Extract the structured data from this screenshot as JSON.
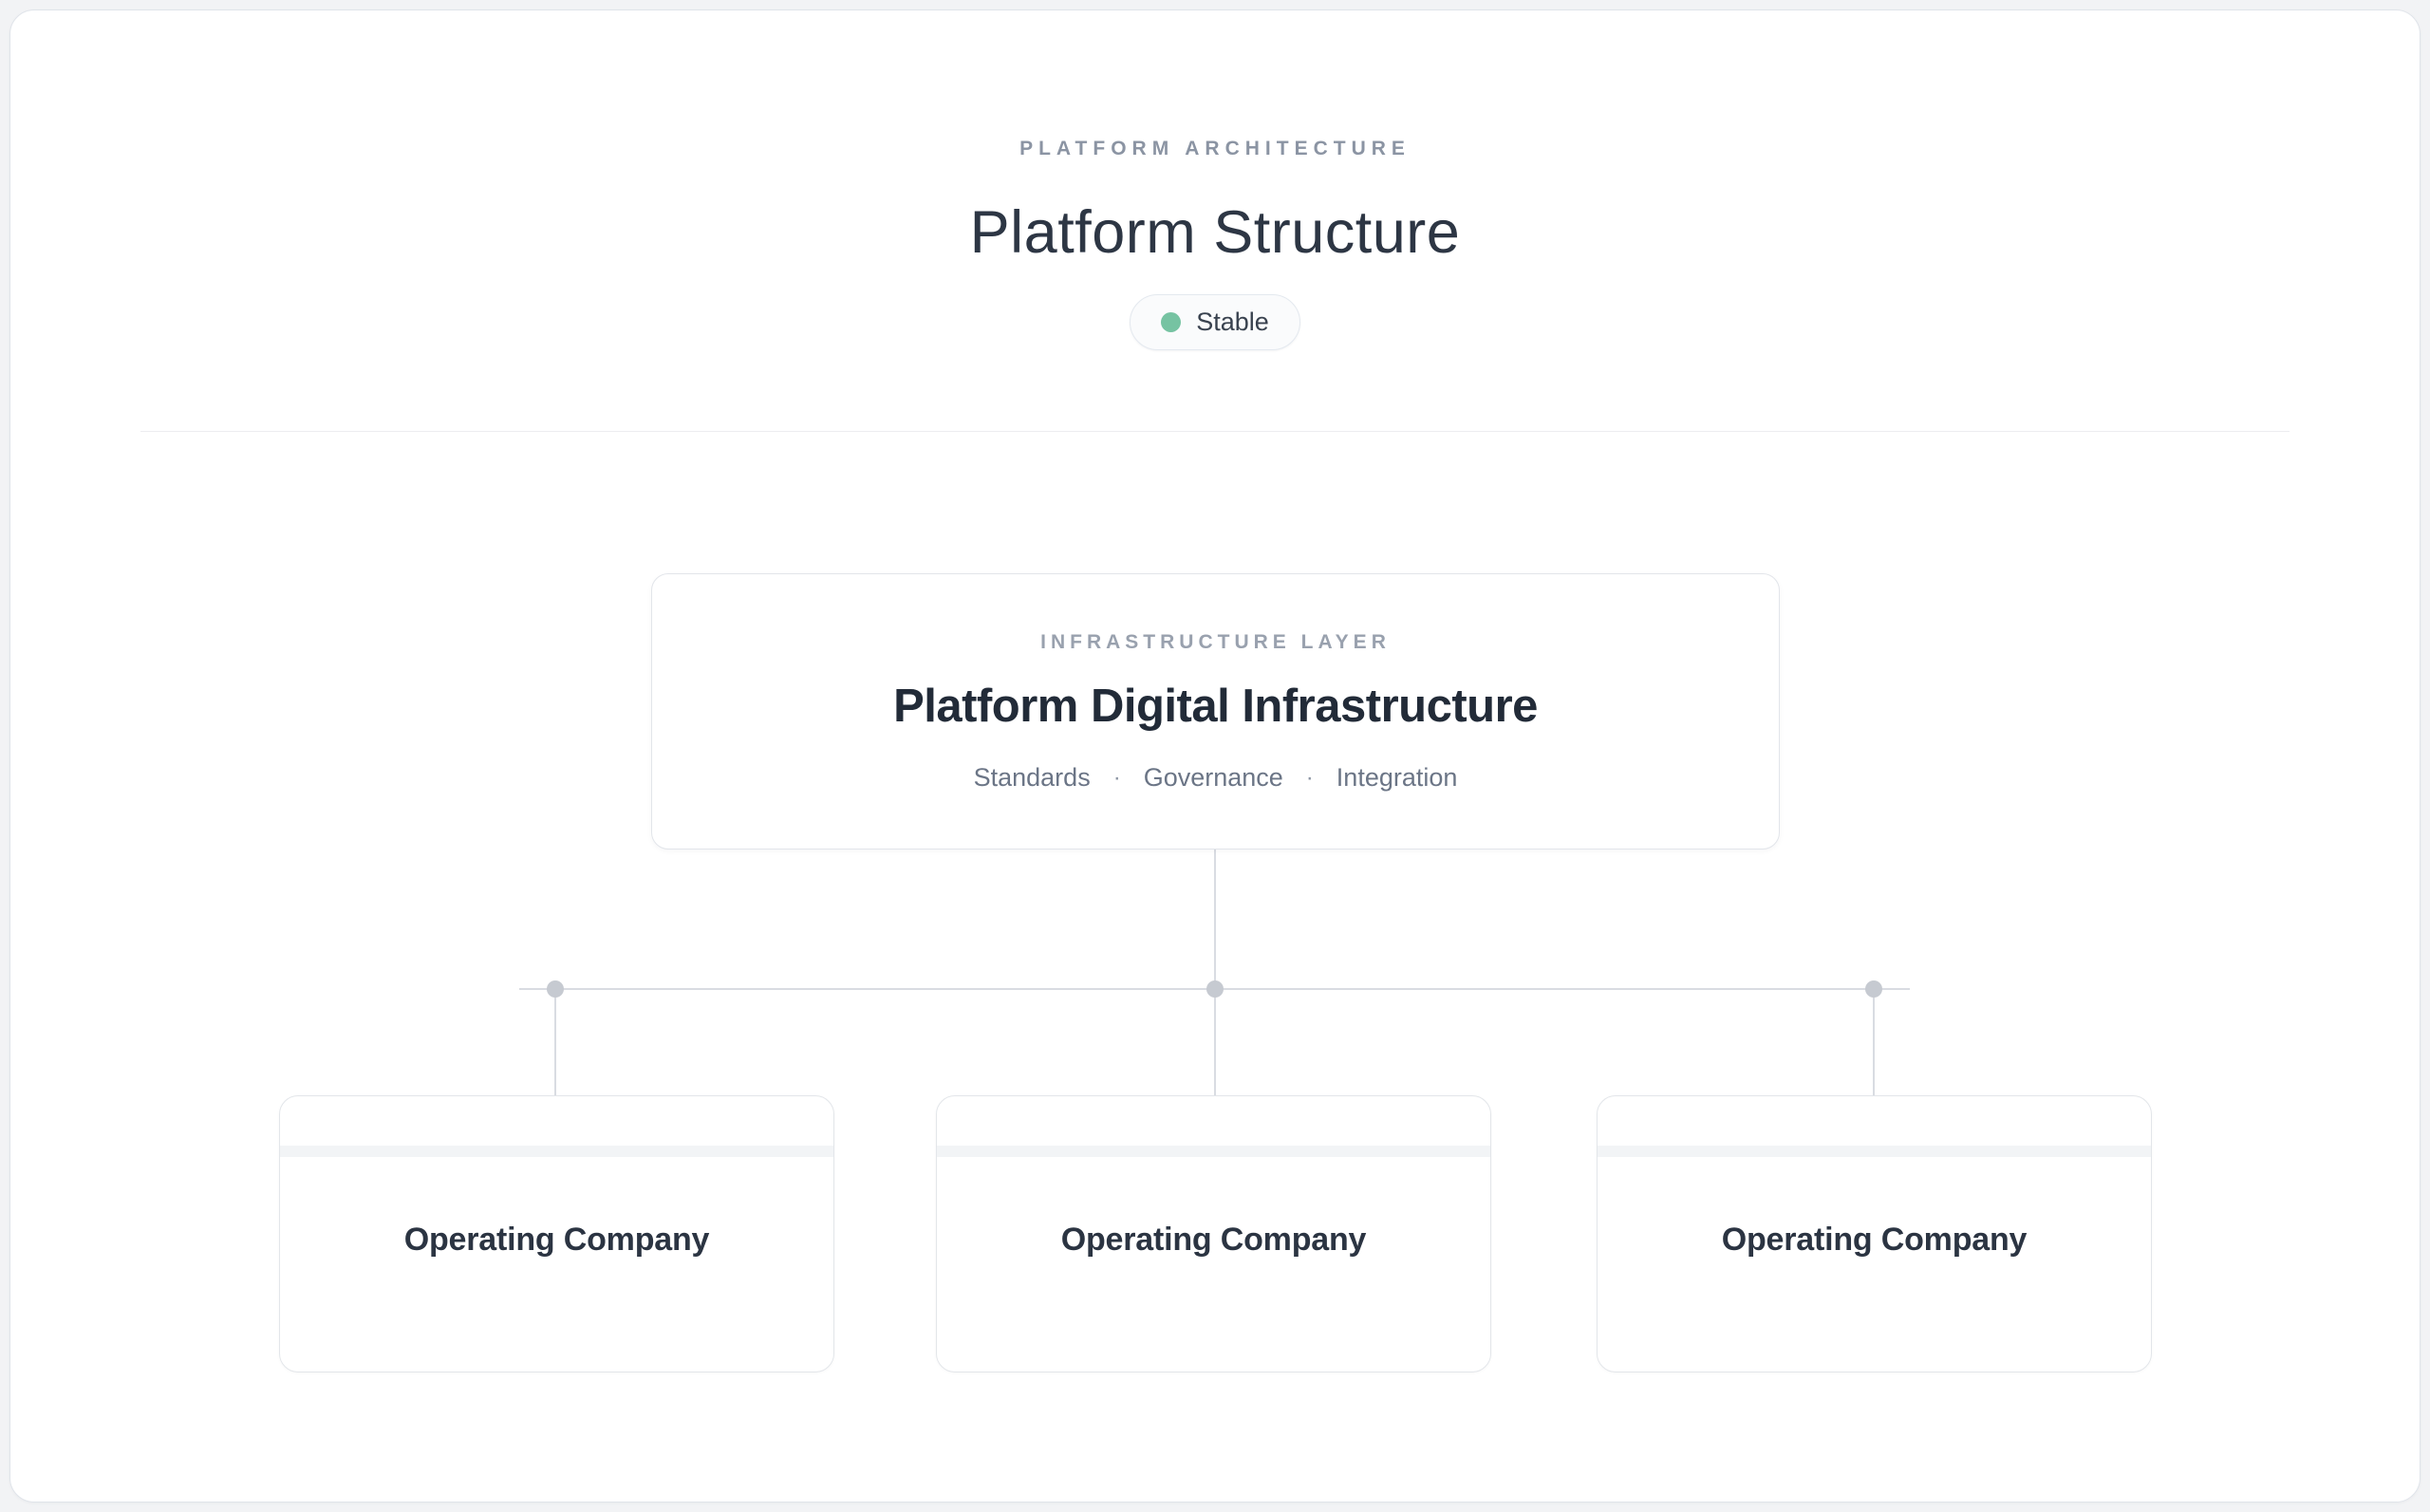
{
  "page": {
    "eyebrow": "PLATFORM ARCHITECTURE",
    "title": "Platform Structure",
    "badge": {
      "label": "Stable"
    }
  },
  "diagram": {
    "root": {
      "eyebrow": "INFRASTRUCTURE LAYER",
      "title": "Platform Digital Infrastructure",
      "services": [
        "Standards",
        "Governance",
        "Integration"
      ],
      "service_separator": "·"
    },
    "children": [
      {
        "label": "Operating Company"
      },
      {
        "label": "Operating Company"
      },
      {
        "label": "Operating Company"
      }
    ]
  },
  "colors": {
    "status_dot": "#76c3a2",
    "connector_line": "#d9dce2",
    "connector_dot": "#c6cad1"
  }
}
